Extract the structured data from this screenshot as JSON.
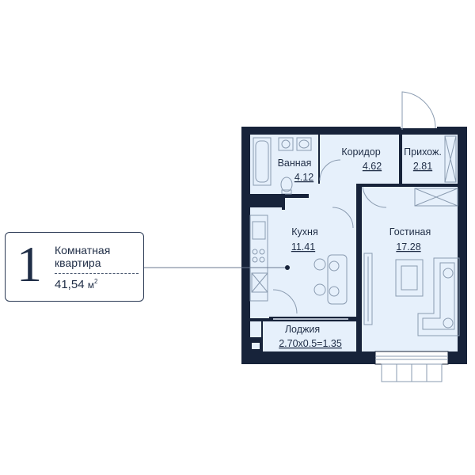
{
  "apartment": {
    "rooms_number": "1",
    "rooms_label_line1": "Комнатная",
    "rooms_label_line2": "квартира",
    "total_area": "41,54",
    "area_unit": "м",
    "area_unit_power": "2"
  },
  "rooms": {
    "bathroom": {
      "name": "Ванная",
      "area": "4.12"
    },
    "corridor": {
      "name": "Коридор",
      "area": "4.62"
    },
    "hallway": {
      "name": "Прихож.",
      "area": "2.81"
    },
    "kitchen": {
      "name": "Кухня",
      "area": "11.41"
    },
    "living": {
      "name": "Гостиная",
      "area": "17.28"
    },
    "loggia": {
      "name": "Лоджия",
      "area": "2.70x0.5=1.35"
    }
  },
  "colors": {
    "wall": "#17233a",
    "floor": "#e6f0fb",
    "text": "#1f2d46",
    "furniture": "#8a9bb0"
  }
}
